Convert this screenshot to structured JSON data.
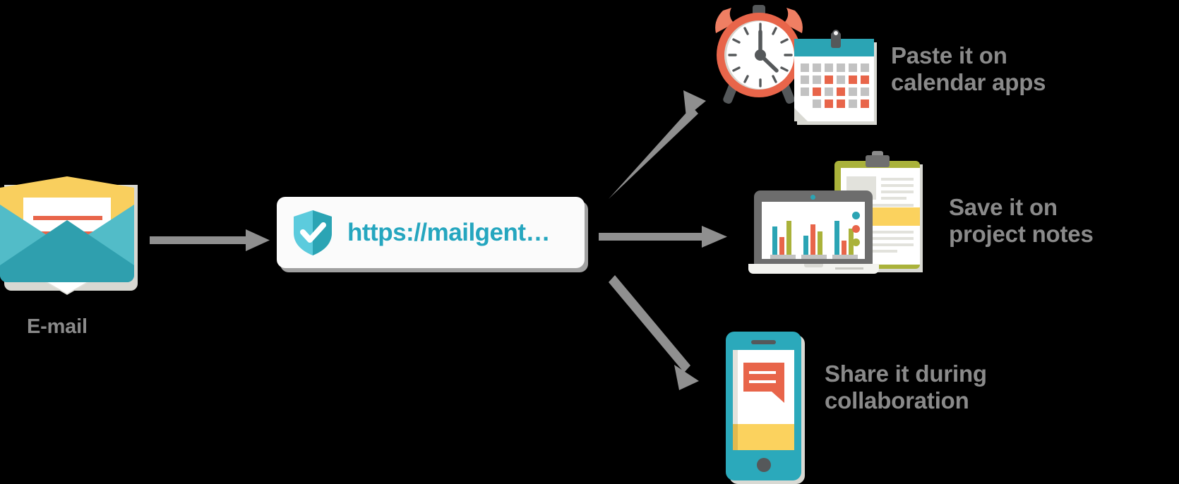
{
  "diagram": {
    "title": "E-mail link sharing flow",
    "background": "#000000"
  },
  "source": {
    "icon": "envelope-icon",
    "label": "E-mail"
  },
  "urlbar": {
    "icon": "shield-check-icon",
    "url_text": "https://mailgent…",
    "url_color": "#25a6bf",
    "background": "#fbfbfb"
  },
  "destinations": [
    {
      "id": "calendar",
      "icon": "alarm-clock-calendar-icon",
      "label": "Paste it on\ncalendar apps"
    },
    {
      "id": "notes",
      "icon": "laptop-clipboard-icon",
      "label": "Save it on\nproject notes"
    },
    {
      "id": "share",
      "icon": "smartphone-chat-icon",
      "label": "Share it during\ncollaboration"
    }
  ],
  "arrows": [
    {
      "id": "email-to-url",
      "direction": "right"
    },
    {
      "id": "url-to-calendar",
      "direction": "up-right"
    },
    {
      "id": "url-to-notes",
      "direction": "right"
    },
    {
      "id": "url-to-share",
      "direction": "down-right"
    }
  ],
  "colors": {
    "teal": "#2ba4b4",
    "teal_light": "#52bcc8",
    "orange": "#e8654a",
    "yellow": "#f9cf5e",
    "olive": "#aab23a",
    "gray_text": "#8a8a8a",
    "arrow_gray": "#8f8f8f"
  },
  "chart_on_laptop": {
    "type": "bar",
    "groups": 3,
    "series_colors": [
      "#2ba4b4",
      "#e8654a",
      "#aab23a"
    ],
    "values": [
      [
        32,
        20,
        38
      ],
      [
        22,
        34,
        26
      ],
      [
        38,
        16,
        30
      ]
    ]
  },
  "calendar_grid": {
    "rows": [
      [
        "gray",
        "gray",
        "gray",
        "gray",
        "gray",
        "gray"
      ],
      [
        "gray",
        "gray",
        "red",
        "gray",
        "red",
        "red"
      ],
      [
        "gray",
        "red",
        "gray",
        "red",
        "gray",
        "gray"
      ],
      [
        "empty",
        "gray",
        "red",
        "red",
        "gray",
        "red"
      ]
    ]
  }
}
